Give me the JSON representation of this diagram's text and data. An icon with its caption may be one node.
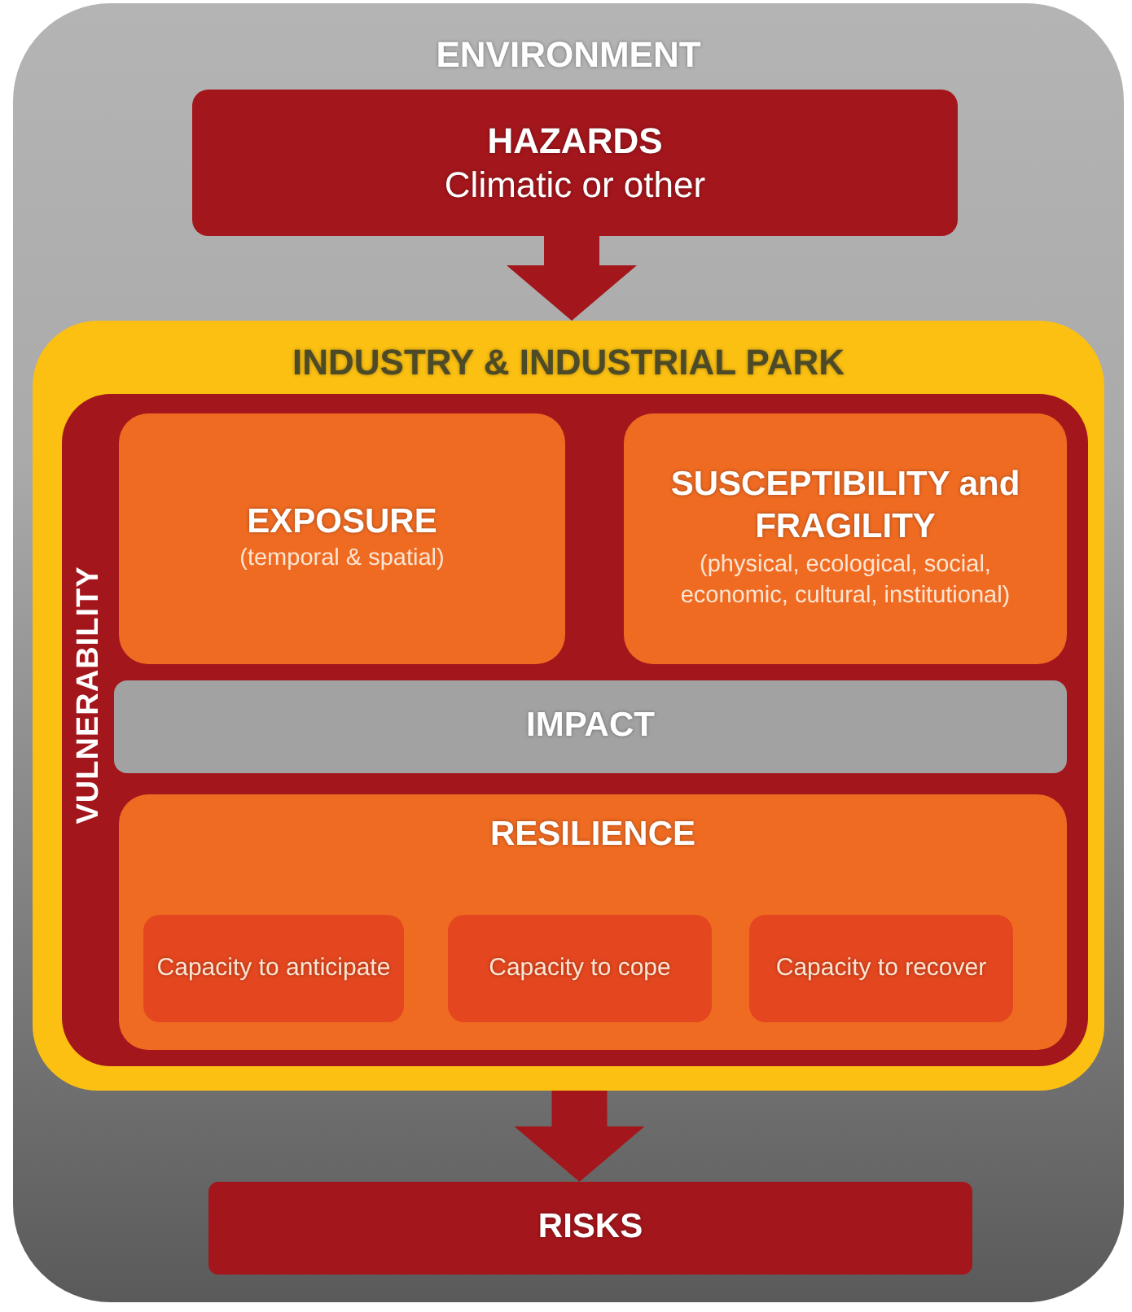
{
  "diagram": {
    "nodes": [
      {
        "text": [
          "ENVIRONMENT"
        ]
      },
      {
        "text": [
          "HAZARDS",
          "Climatic or other"
        ],
        "in": 0
      },
      {
        "text": [
          "INDUSTRY & INDUSTRIAL PARK"
        ],
        "in": 0
      },
      {
        "text": [
          "VULNERABILITY"
        ],
        "in": 2
      },
      {
        "text": [
          "EXPOSURE",
          "(temporal & spatial)"
        ],
        "in": 3
      },
      {
        "text": [
          "SUSCEPTIBILITY and FRAGILITY",
          "(physical, ecological, social, economic, cultural, institutional)"
        ],
        "in": 3
      },
      {
        "text": [
          "IMPACT"
        ],
        "in": 3
      },
      {
        "text": [
          "RESILIENCE"
        ],
        "in": 3
      },
      {
        "text": [
          "Capacity to anticipate"
        ],
        "in": 7
      },
      {
        "text": [
          "Capacity to cope"
        ],
        "in": 7
      },
      {
        "text": [
          "Capacity to recover"
        ],
        "in": 7
      },
      {
        "text": [
          "RISKS"
        ],
        "in": 0
      }
    ],
    "edges": [
      {
        "from": 1,
        "to": 2,
        "arrow": "to"
      },
      {
        "from": 2,
        "to": 11,
        "arrow": "to"
      }
    ]
  }
}
